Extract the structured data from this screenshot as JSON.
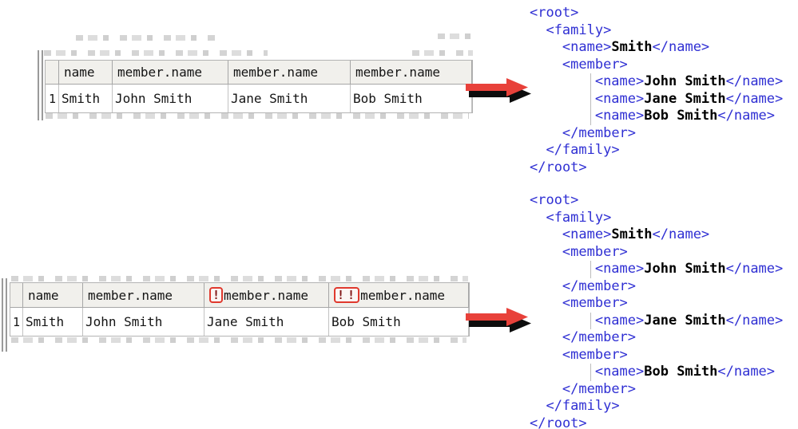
{
  "colors": {
    "xml_tag_blue": "#2f2fd3",
    "xml_value_black": "#000000",
    "arrow_red": "#e8413a",
    "arrow_shadow_black": "#0d0d0d",
    "marker_box_red": "#e0392e",
    "table_header_bg": "#f1f0ec"
  },
  "icons": {
    "flow_arrow": "red-right-arrow-with-black-shadow",
    "required_marker": "exclamation-in-red-box"
  },
  "tables": [
    {
      "row_number": "1",
      "headers": [
        {
          "label": "name",
          "marker": ""
        },
        {
          "label": "member.name",
          "marker": ""
        },
        {
          "label": "member.name",
          "marker": ""
        },
        {
          "label": "member.name",
          "marker": ""
        }
      ],
      "cells": [
        "Smith",
        "John Smith",
        "Jane Smith",
        "Bob Smith"
      ]
    },
    {
      "row_number": "1",
      "headers": [
        {
          "label": "name",
          "marker": ""
        },
        {
          "label": "member.name",
          "marker": ""
        },
        {
          "label": "member.name",
          "marker": "!"
        },
        {
          "label": "member.name",
          "marker": "!!"
        }
      ],
      "cells": [
        "Smith",
        "John Smith",
        "Jane Smith",
        "Bob Smith"
      ]
    }
  ],
  "xml_blocks": [
    {
      "lines": [
        {
          "indent": 0,
          "open": "<root>"
        },
        {
          "indent": 2,
          "open": "<family>"
        },
        {
          "indent": 4,
          "open": "<name>",
          "value": "Smith",
          "close": "</name>"
        },
        {
          "indent": 4,
          "open": "<member>"
        },
        {
          "indent": 8,
          "guide": true,
          "open": "<name>",
          "value": "John Smith",
          "close": "</name>"
        },
        {
          "indent": 8,
          "guide": true,
          "open": "<name>",
          "value": "Jane Smith",
          "close": "</name>"
        },
        {
          "indent": 8,
          "guide": true,
          "open": "<name>",
          "value": "Bob Smith",
          "close": "</name>"
        },
        {
          "indent": 4,
          "open": "</member>"
        },
        {
          "indent": 2,
          "open": "</family>"
        },
        {
          "indent": 0,
          "open": "</root>"
        }
      ]
    },
    {
      "lines": [
        {
          "indent": 0,
          "open": "<root>"
        },
        {
          "indent": 2,
          "open": "<family>"
        },
        {
          "indent": 4,
          "open": "<name>",
          "value": "Smith",
          "close": "</name>"
        },
        {
          "indent": 4,
          "open": "<member>"
        },
        {
          "indent": 8,
          "guide": true,
          "open": "<name>",
          "value": "John Smith",
          "close": "</name>"
        },
        {
          "indent": 4,
          "open": "</member>"
        },
        {
          "indent": 4,
          "open": "<member>"
        },
        {
          "indent": 8,
          "guide": true,
          "open": "<name>",
          "value": "Jane Smith",
          "close": "</name>"
        },
        {
          "indent": 4,
          "open": "</member>"
        },
        {
          "indent": 4,
          "open": "<member>"
        },
        {
          "indent": 8,
          "guide": true,
          "open": "<name>",
          "value": "Bob Smith",
          "close": "</name>"
        },
        {
          "indent": 4,
          "open": "</member>"
        },
        {
          "indent": 2,
          "open": "</family>"
        },
        {
          "indent": 0,
          "open": "</root>"
        }
      ]
    }
  ]
}
